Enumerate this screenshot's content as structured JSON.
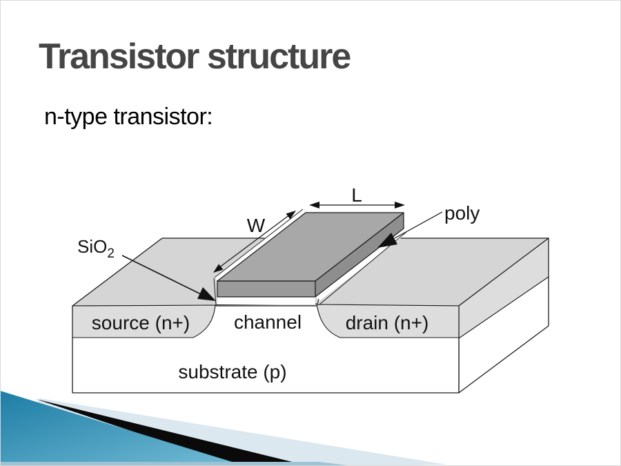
{
  "slide": {
    "title": "Transistor structure",
    "title_color": "#454545",
    "subtitle": "n-type transistor:",
    "subtitle_color": "#000000"
  },
  "diagram": {
    "labels": {
      "oxide_main": "SiO",
      "oxide_sub": "2",
      "width_dim": "W",
      "length_dim": "L",
      "poly": "poly",
      "source": "source (n+)",
      "channel": "channel",
      "drain": "drain (n+)",
      "substrate": "substrate (p)"
    },
    "colors": {
      "field_gray": "#d5d5d5",
      "diffusion_gray": "#dddddd",
      "face_white": "#ffffff",
      "gate_top": "#a8a8a8",
      "gate_front": "#9a9a9a",
      "gate_side": "#8e8e8e",
      "outline": "#1a1a1a"
    }
  },
  "decoration": {
    "teal_dark": "#1d7da5",
    "teal_light": "#74bcd6",
    "pale_blue": "#dce8ef",
    "stripe_black": "#0a0a0a",
    "footer_strip": "#9cc3d5",
    "slide_border": "#d8d8d8"
  }
}
